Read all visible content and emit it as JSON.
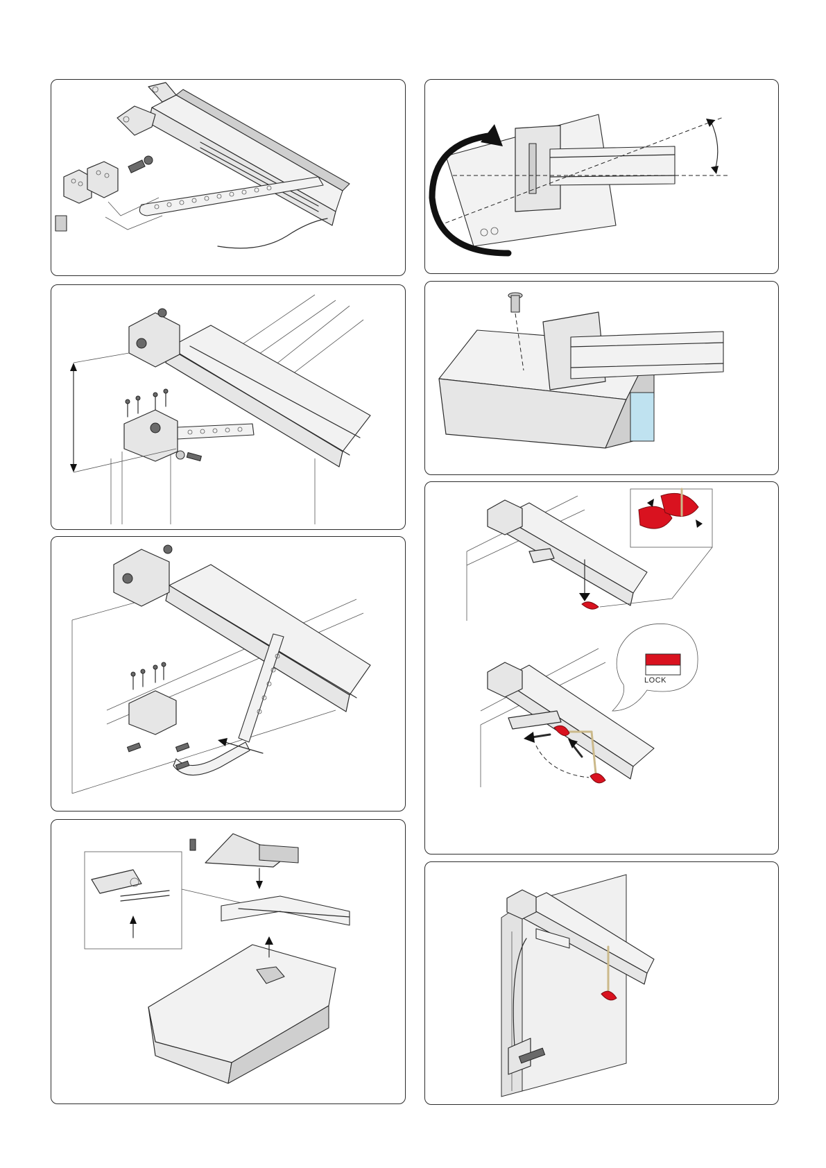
{
  "lock_inset": {
    "label": "LOCK",
    "accent_color": "#d9121f"
  },
  "colors": {
    "line": "#2b2b2b",
    "metal": "#e6e6e6",
    "release_handle": "#d9121f",
    "rope": "#cbb98a",
    "motor_label": "#bfe2f0"
  },
  "icons": [
    "curved-rotation-arrow",
    "down-arrow",
    "up-arrow",
    "left-arrow",
    "double-headed-arrow"
  ]
}
